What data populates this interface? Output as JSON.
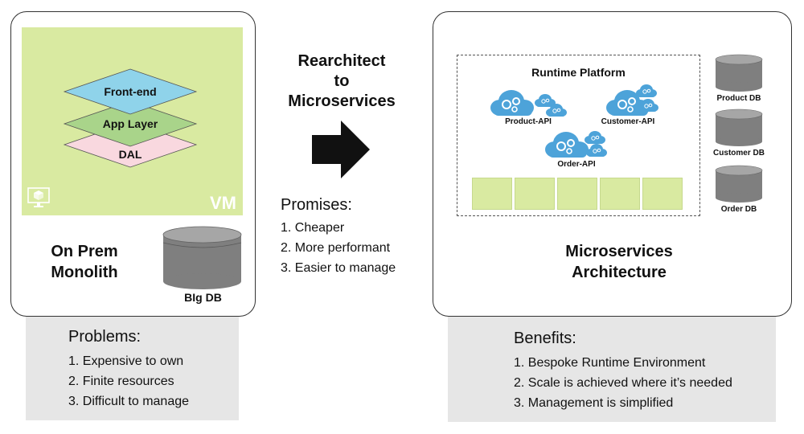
{
  "monolith": {
    "layers": [
      "Front-end",
      "App Layer",
      "DAL"
    ],
    "vm_label": "VM",
    "vm_icon": "vm-monitor-icon",
    "title_line1": "On Prem",
    "title_line2": "Monolith",
    "db_label": "BIg DB"
  },
  "problems": {
    "title": "Problems:",
    "items": [
      "1. Expensive to own",
      "2. Finite resources",
      "3. Difficult to manage"
    ]
  },
  "transition": {
    "line1": "Rearchitect",
    "line2": "to",
    "line3": "Microservices",
    "arrow_icon": "right-arrow-icon"
  },
  "promises": {
    "title": "Promises:",
    "items": [
      "1. Cheaper",
      "2. More performant",
      "3. Easier to manage"
    ]
  },
  "microservices": {
    "runtime_title": "Runtime Platform",
    "services": [
      "Product-API",
      "Customer-API",
      "Order-API"
    ],
    "databases": [
      "Product DB",
      "Customer DB",
      "Order DB"
    ],
    "title_line1": "Microservices",
    "title_line2": "Architecture"
  },
  "benefits": {
    "title": "Benefits:",
    "items": [
      "1. Bespoke Runtime Environment",
      "2. Scale is achieved where it’s needed",
      "3. Management is simplified"
    ]
  },
  "colors": {
    "vm_green": "#d9eaa1",
    "frontend_blue": "#8fd3ea",
    "applayer_green": "#a9d48a",
    "dal_pink": "#f9d8df",
    "cloud_blue": "#4da3d9",
    "db_gray": "#7f7f7f",
    "panel_gray": "#e6e6e6"
  }
}
